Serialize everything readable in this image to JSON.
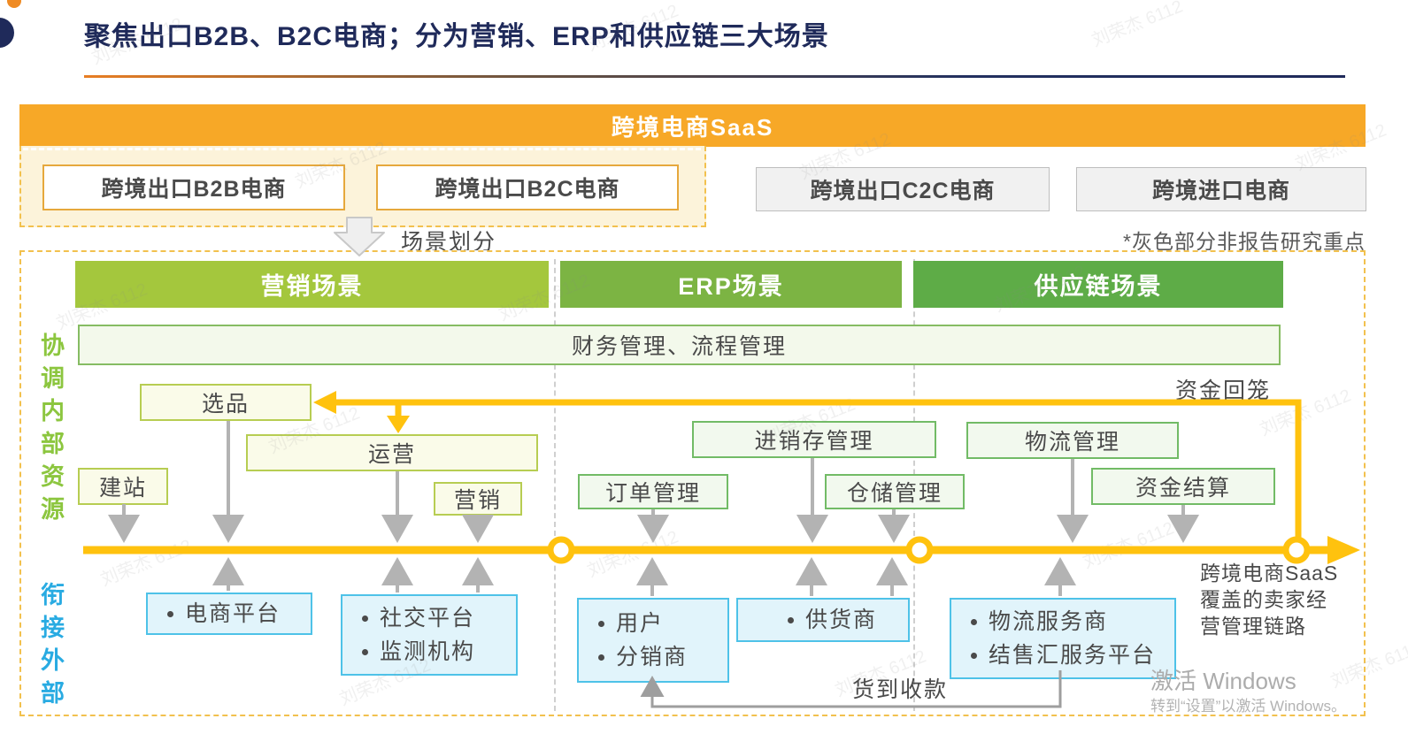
{
  "header": {
    "title": "聚焦出口B2B、B2C电商；分为营销、ERP和供应链三大场景"
  },
  "banner": {
    "label": "跨境电商SaaS"
  },
  "top_row": {
    "focus_boxes": [
      {
        "label": "跨境出口B2B电商"
      },
      {
        "label": "跨境出口B2C电商"
      }
    ],
    "gray_boxes": [
      {
        "label": "跨境出口C2C电商"
      },
      {
        "label": "跨境进口电商"
      }
    ],
    "note": "*灰色部分非报告研究重点"
  },
  "scene_divider": {
    "label": "场景划分"
  },
  "scenarios": {
    "marketing": {
      "header": "营销场景",
      "boxes": {
        "xuanpin": "选品",
        "yunying": "运营",
        "jianzhan": "建站",
        "yingxiao": "营销"
      }
    },
    "erp": {
      "header": "ERP场景",
      "boxes": {
        "order": "订单管理",
        "invoicing": "进销存管理",
        "warehouse": "仓储管理"
      }
    },
    "supply": {
      "header": "供应链场景",
      "boxes": {
        "logistics": "物流管理",
        "settlement": "资金结算"
      }
    }
  },
  "finance_bar": {
    "label": "财务管理、流程管理"
  },
  "side_labels": {
    "internal": "协调内部资源",
    "external": "衔接外部"
  },
  "flow_labels": {
    "capital_return": "资金回笼",
    "cash_on_delivery": "货到收款"
  },
  "external_boxes": [
    {
      "items": [
        "电商平台"
      ]
    },
    {
      "items": [
        "社交平台",
        "监测机构"
      ]
    },
    {
      "items": [
        "用户",
        "分销商"
      ]
    },
    {
      "items": [
        "供货商"
      ]
    },
    {
      "items": [
        "物流服务商",
        "结售汇服务平台"
      ]
    }
  ],
  "caption": {
    "text": "跨境电商SaaS覆盖的卖家经营管理链路"
  },
  "activation": {
    "line1": "激活 Windows",
    "line2": "转到“设置”以激活 Windows。"
  },
  "watermark": {
    "text": "刘荣杰 6112"
  },
  "colors": {
    "banner_orange": "#f7a827",
    "title_navy": "#1f2a5a",
    "marketing_green": "#a4c73d",
    "erp_green": "#7cb443",
    "supply_green": "#5eac47",
    "flow_yellow": "#ffc20e",
    "external_blue": "#4ec2e8",
    "internal_label_green": "#8cc63f",
    "external_label_blue": "#29abe2",
    "dashed_border": "#f2c14e"
  }
}
